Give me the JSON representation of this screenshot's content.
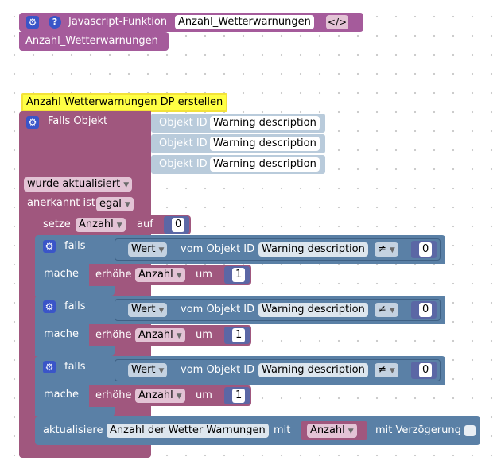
{
  "function_block": {
    "label": "Javascript-Funktion",
    "name": "Anzahl_Wetterwarnungen",
    "code_icon": "</>",
    "call_name": "Anzahl_Wetterwarnungen"
  },
  "comment": "Anzahl Wetterwarnungen DP erstellen",
  "trigger": {
    "label": "Falls Objekt",
    "object_id_label": "Objekt ID",
    "objects": [
      "Warning description",
      "Warning description",
      "Warning description"
    ],
    "event_label": "wurde aktualisiert",
    "ack_label": "anerkannt ist",
    "ack_value": "egal"
  },
  "set_block": {
    "label": "setze",
    "variable": "Anzahl",
    "to_label": "auf",
    "value": "0"
  },
  "if_blocks": [
    {
      "if_label": "falls",
      "value_label": "Wert",
      "of_label": "vom Objekt ID",
      "object": "Warning description",
      "operator": "≠",
      "compare": "0",
      "do_label": "mache",
      "inc_label": "erhöhe",
      "inc_var": "Anzahl",
      "by_label": "um",
      "inc_value": "1"
    },
    {
      "if_label": "falls",
      "value_label": "Wert",
      "of_label": "vom Objekt ID",
      "object": "Warning description",
      "operator": "≠",
      "compare": "0",
      "do_label": "mache",
      "inc_label": "erhöhe",
      "inc_var": "Anzahl",
      "by_label": "um",
      "inc_value": "1"
    },
    {
      "if_label": "falls",
      "value_label": "Wert",
      "of_label": "vom Objekt ID",
      "object": "Warning description",
      "operator": "≠",
      "compare": "0",
      "do_label": "mache",
      "inc_label": "erhöhe",
      "inc_var": "Anzahl",
      "by_label": "um",
      "inc_value": "1"
    }
  ],
  "update_block": {
    "label": "aktualisiere",
    "target": "Anzahl der Wetter Warnungen",
    "with_label": "mit",
    "variable": "Anzahl",
    "delay_label": "mit Verzögerung"
  },
  "icons": {
    "gear": "gear-icon",
    "help": "help-icon",
    "dropdown": "chevron-down-icon"
  },
  "colors": {
    "function": "#a55b9b",
    "trigger": "#a0577e",
    "logic": "#5a80a6",
    "object": "#b9cbdb",
    "number": "#5b67a5",
    "comment": "#ffff44"
  }
}
